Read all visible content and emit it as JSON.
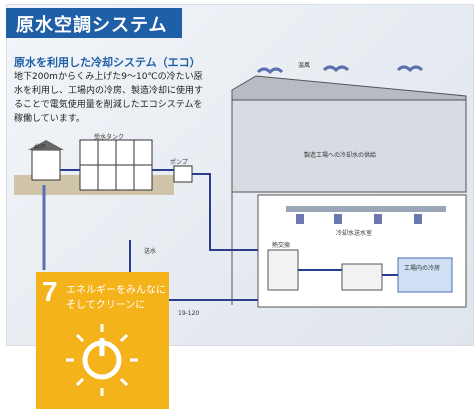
{
  "panel": {
    "title": "原水空調システム",
    "subtitle": "原水を利用した冷却システム（エコ）",
    "description": "地下200mからくみ上げた9～10℃の冷たい原水を利用し、工場内の冷房、製造冷却に使用することで電気使用量を削減したエコシステムを稼働しています。",
    "labels": {
      "well": "井戸",
      "tank": "受水タンク",
      "pump": "ポンプ",
      "factory_cool": "製造工場への冷却水の供給",
      "cold_water_room": "冷却水送水室",
      "supply": "送水",
      "machine": "熱交換",
      "right_box": "工場内の冷房",
      "hot_air": "温風",
      "credit": "19-120"
    }
  },
  "sdg": {
    "number": "7",
    "line1": "エネルギーをみんなに",
    "line2": "そしてクリーンに",
    "icon": "sun-power-icon",
    "color": "#f5b31b"
  }
}
